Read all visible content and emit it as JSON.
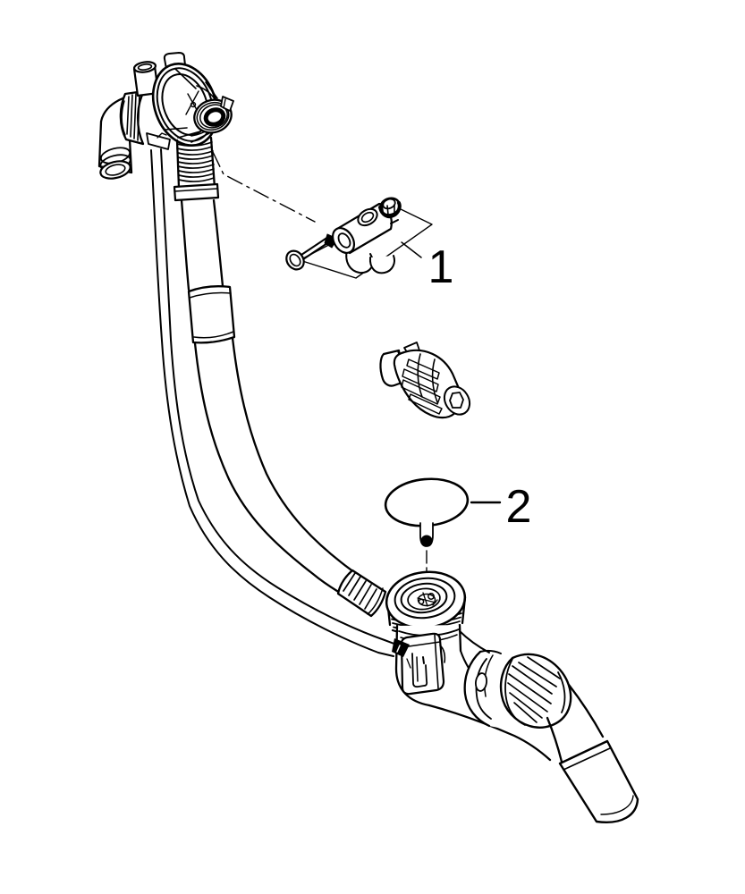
{
  "diagram": {
    "description": "exploded-parts-line-drawing",
    "background_color": "#ffffff",
    "line_color": "#000000",
    "callouts": [
      {
        "label": "1"
      },
      {
        "label": "2"
      }
    ]
  }
}
